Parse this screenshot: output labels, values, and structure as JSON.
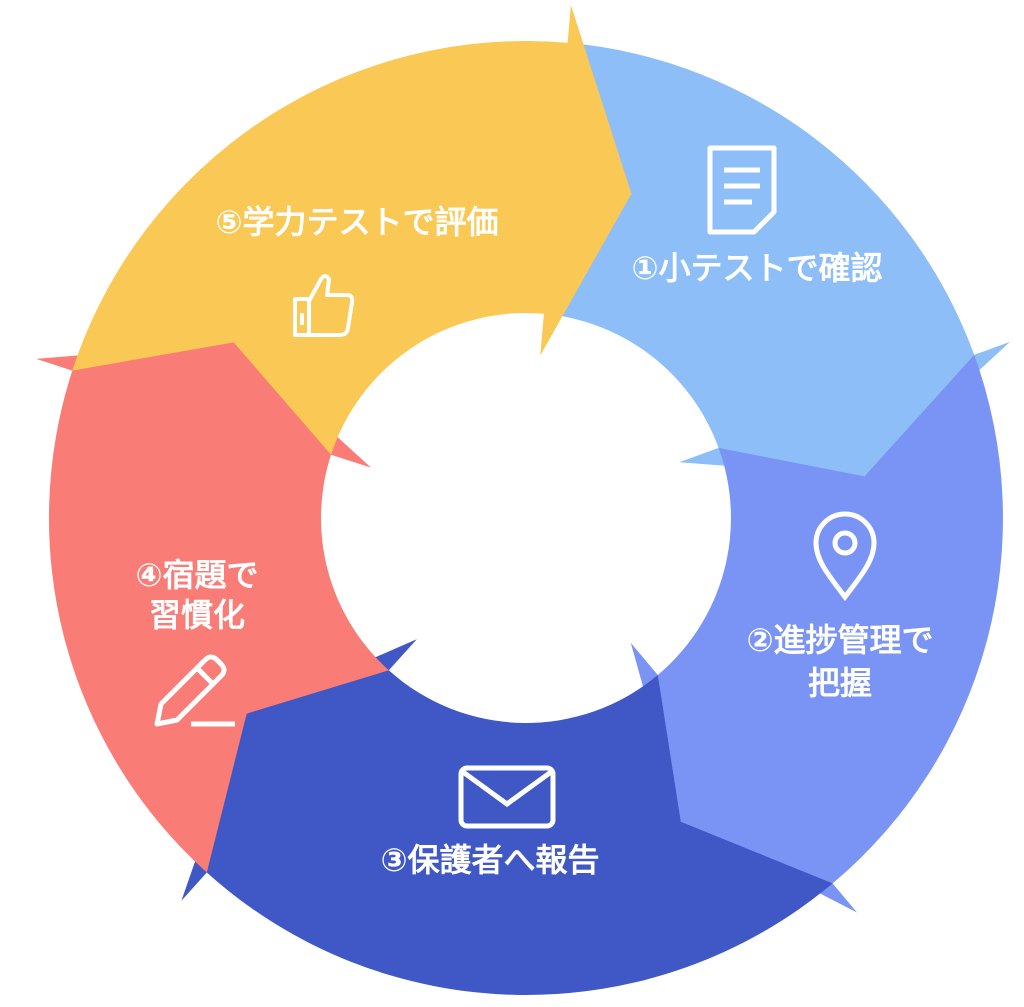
{
  "steps": [
    {
      "id": "step-1",
      "label": "①小テストで確認",
      "color": "#8DBEF8",
      "icon": "document-icon"
    },
    {
      "id": "step-2",
      "label_line1": "②進捗管理で",
      "label_line2": "把握",
      "color": "#7A94F6",
      "icon": "location-pin-icon"
    },
    {
      "id": "step-3",
      "label": "③保護者へ報告",
      "color": "#4057C6",
      "icon": "envelope-icon"
    },
    {
      "id": "step-4",
      "label_line1": "④宿題で",
      "label_line2": "習慣化",
      "color": "#F97C77",
      "icon": "pencil-icon"
    },
    {
      "id": "step-5",
      "label": "⑤学力テストで評価",
      "color": "#FAC855",
      "icon": "thumbs-up-icon"
    }
  ]
}
